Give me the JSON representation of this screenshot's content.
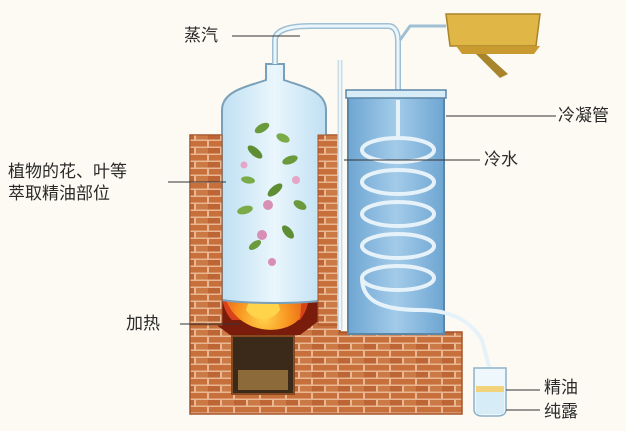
{
  "labels": {
    "steam": "蒸汽",
    "condenser": "冷凝管",
    "plant_line1": "植物的花、叶等",
    "plant_line2": "萃取精油部位",
    "cold_water": "冷水",
    "heating": "加热",
    "essential_oil": "精油",
    "hydrosol": "纯露"
  },
  "colors": {
    "background": "#fdfaf3",
    "brick": "#c46a37",
    "brick_mortar": "#e6b58c",
    "glass": "#cfe8f6",
    "water": "#7fb6dc",
    "flame_outer": "#e2471c",
    "flame_inner": "#f8a51f",
    "leaf": "#6a9a3c",
    "flower": "#d88fb6",
    "funnel": "#e0b646",
    "leader_line": "#333333"
  }
}
